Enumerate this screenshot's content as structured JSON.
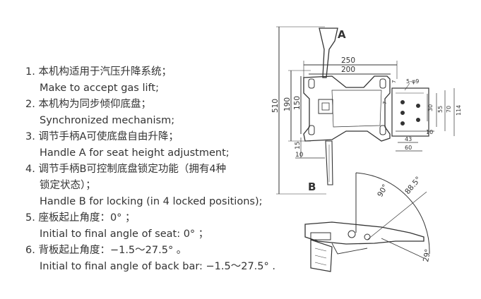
{
  "specs": [
    {
      "number": "1.",
      "zh": "本机构适用于汽压升降系统；",
      "en": "Make to accept gas lift;"
    },
    {
      "number": "2.",
      "zh": "本机构为同步倾仰底盘；",
      "en": "Synchronized mechanism;"
    },
    {
      "number": "3.",
      "zh": "调节手柄A可使底盘自由升降；",
      "en": "Handle A for seat height adjustment;"
    },
    {
      "number": "4.",
      "zh": "调节手柄B可控制底盘锁定功能（拥有4种",
      "zh_cont": "锁定状态）；",
      "en": "Handle B for locking (in 4 locked positions);"
    },
    {
      "number": "5.",
      "zh": "座板起止角度：0° ；",
      "en": "Initial to final angle of seat: 0° ；"
    },
    {
      "number": "6.",
      "zh": "背板起止角度：−1.5～27.5° 。",
      "en": "Initial to final angle of back bar: −1.5～27.5° ."
    }
  ],
  "drawing": {
    "handle_a": "A",
    "handle_b": "B",
    "dims": {
      "w250": "250",
      "w200": "200",
      "h510": "510",
      "h190": "190",
      "h150": "150",
      "d15": "15",
      "d10": "10",
      "holes": "5-φ9",
      "d30": "30",
      "d55": "55",
      "d70": "70",
      "d114": "114",
      "d10b": "10",
      "d43": "43",
      "d60": "60",
      "small_a": "7",
      "small_b": "7"
    },
    "angles": {
      "a90": "90°",
      "a885": "88.5°",
      "a29": "29°"
    }
  }
}
